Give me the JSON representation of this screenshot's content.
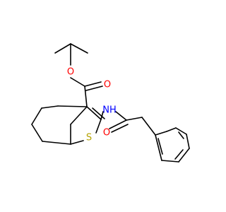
{
  "molecule": {
    "atoms": {
      "ester_O1": {
        "label": "O",
        "color": "#ff0000"
      },
      "ester_O2": {
        "label": "O",
        "color": "#ff0000"
      },
      "amide_N": {
        "label": "NH",
        "color": "#0000ff"
      },
      "amide_O": {
        "label": "O",
        "color": "#ff0000"
      },
      "ring_S": {
        "label": "S",
        "color": "#b5a300"
      }
    }
  }
}
